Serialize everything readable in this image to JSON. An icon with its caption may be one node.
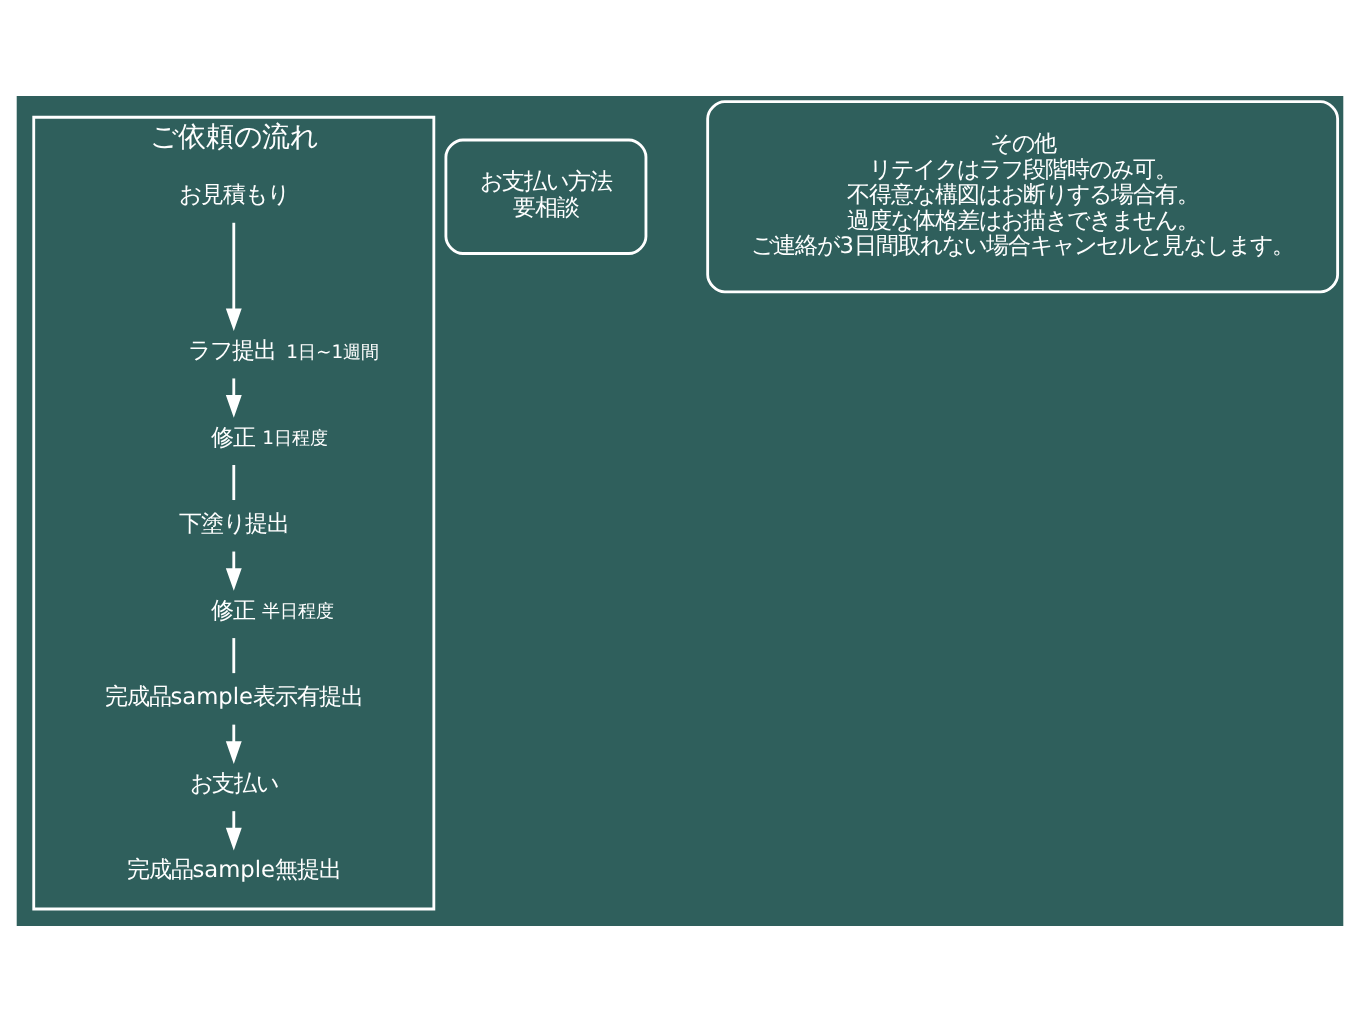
{
  "diagram": {
    "nodes": [
      {
        "text": [
          "ご依頼の流れ"
        ]
      },
      {
        "text": [
          "お見積もり"
        ],
        "in": 0
      },
      {
        "text": [
          "ラフ提出"
        ],
        "in": 0,
        "beside": [
          "1日~1週間"
        ]
      },
      {
        "text": [
          "修正"
        ],
        "in": 0,
        "beside": [
          "1日程度"
        ]
      },
      {
        "text": [
          "下塗り提出"
        ],
        "in": 0
      },
      {
        "text": [
          "修正"
        ],
        "in": 0,
        "beside": [
          "半日程度"
        ]
      },
      {
        "text": [
          "完成品sample表示有提出"
        ],
        "in": 0
      },
      {
        "text": [
          "お支払い"
        ],
        "in": 0
      },
      {
        "text": [
          "完成品sample無提出"
        ],
        "in": 0
      },
      {
        "text": [
          "お支払い方法",
          "要相談"
        ]
      },
      {
        "text": [
          "その他",
          "リテイクはラフ段階時のみ可。",
          "不得意な構図はお断りする場合有。",
          "過度な体格差はお描きできません。",
          "ご連絡が3日間取れない場合キャンセルと見なします。"
        ]
      }
    ],
    "edges": [
      {
        "from": 1,
        "to": 2,
        "arrow": "to"
      },
      {
        "from": 2,
        "to": 3,
        "arrow": "to"
      },
      {
        "from": 3,
        "to": 4,
        "arrow": "none"
      },
      {
        "from": 4,
        "to": 5,
        "arrow": "to"
      },
      {
        "from": 5,
        "to": 6,
        "arrow": "none"
      },
      {
        "from": 6,
        "to": 7,
        "arrow": "to"
      },
      {
        "from": 7,
        "to": 8,
        "arrow": "to"
      }
    ]
  }
}
